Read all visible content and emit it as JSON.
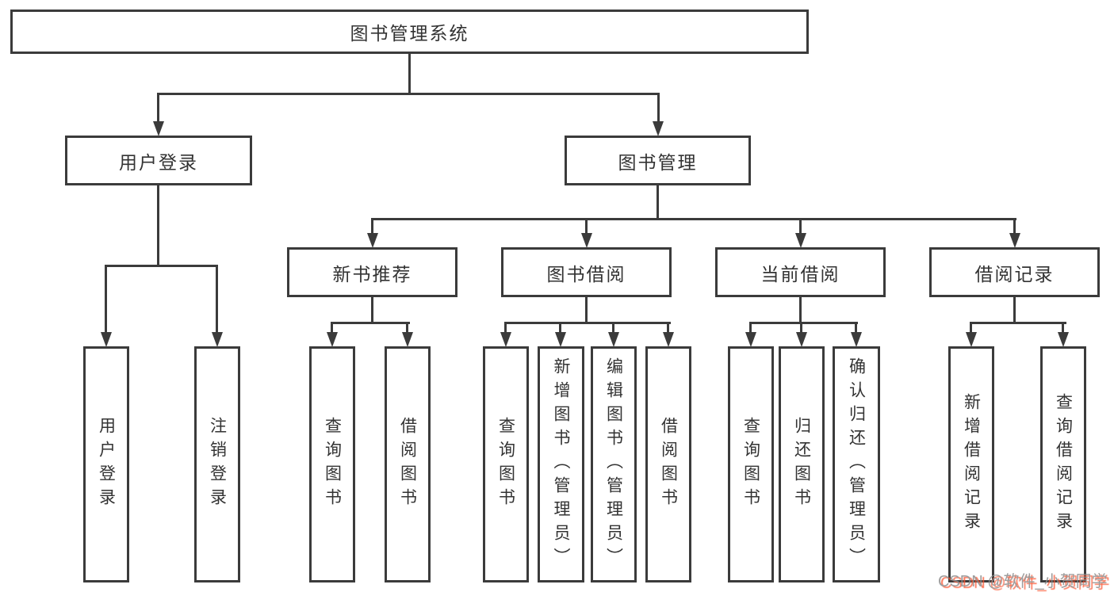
{
  "diagram": {
    "root": {
      "label": "图书管理系统"
    },
    "level2": [
      {
        "label": "用户登录"
      },
      {
        "label": "图书管理"
      }
    ],
    "level3": [
      {
        "label": "新书推荐"
      },
      {
        "label": "图书借阅"
      },
      {
        "label": "当前借阅"
      },
      {
        "label": "借阅记录"
      }
    ],
    "leaves": [
      {
        "label": "用户登录"
      },
      {
        "label": "注销登录"
      },
      {
        "label": "查询图书"
      },
      {
        "label": "借阅图书"
      },
      {
        "label": "查询图书"
      },
      {
        "label": "新增图书（管理员）"
      },
      {
        "label": "编辑图书（管理员）"
      },
      {
        "label": "借阅图书"
      },
      {
        "label": "查询图书"
      },
      {
        "label": "归还图书"
      },
      {
        "label": "确认归还（管理员）"
      },
      {
        "label": "新增借阅记录"
      },
      {
        "label": "查询借阅记录"
      }
    ]
  },
  "watermark": {
    "text": "CSDN @软件_小贺同学"
  },
  "colors": {
    "line": "#3b3b3b",
    "text": "#333333",
    "background": "#ffffff",
    "watermark_text": "#8d8d8d",
    "watermark_shadow": "#fc5531"
  }
}
